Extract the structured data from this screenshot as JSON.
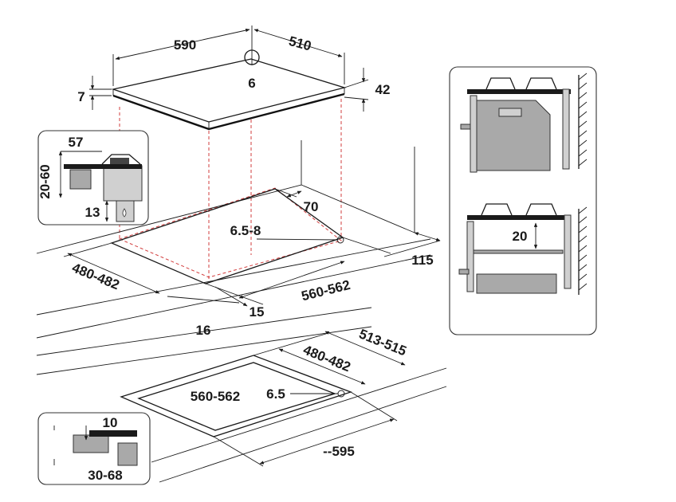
{
  "top_hob": {
    "width": "590",
    "depth": "510",
    "thickness": "7",
    "gas_inlet": "6",
    "height": "42"
  },
  "inset_gas": {
    "top": "57",
    "range": "20-60",
    "bottom": "13"
  },
  "worktop_upper": {
    "rear_gap": "70",
    "inlet_pos": "6.5-8",
    "cut_depth": "480-482",
    "side_min": "115",
    "front_gap": "15",
    "cut_width": "560-562",
    "edge": "16"
  },
  "worktop_lower": {
    "outer_depth": "513-515",
    "cut_depth": "480-482",
    "cut_width": "560-562",
    "inlet_pos": "6.5",
    "outer_width": "595"
  },
  "inset_flush": {
    "top": "10",
    "bottom": "30-68"
  },
  "inset_right": {
    "gap": "20"
  },
  "colors": {
    "dash": "#d23c3c",
    "gray": "#a9a9a9",
    "line": "#1a1a1a"
  }
}
